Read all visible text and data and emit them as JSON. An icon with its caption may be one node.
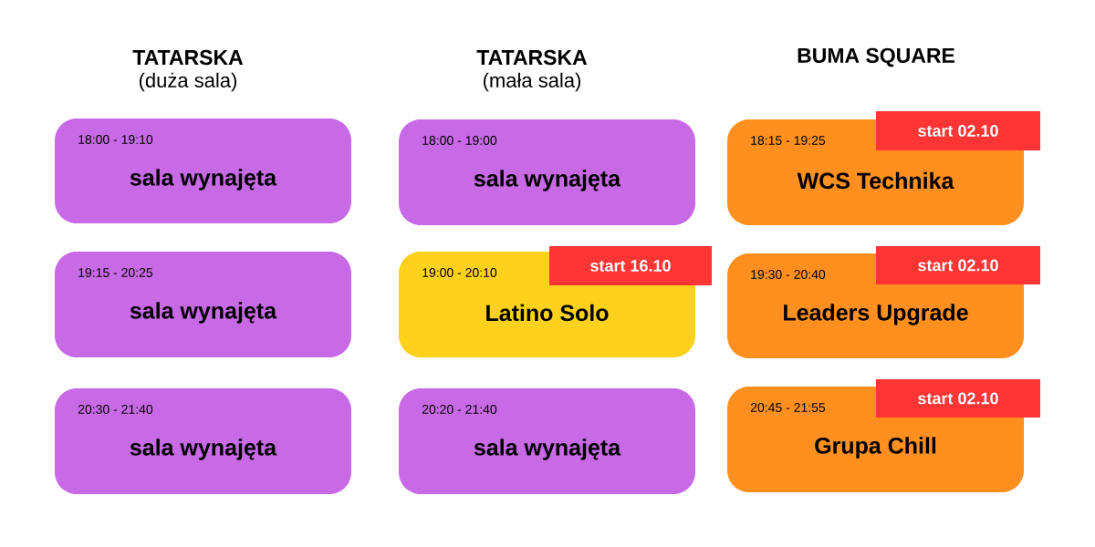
{
  "diagram": {
    "nodes": [
      {
        "text": [
          "18:00 - 19:10",
          "sala wynajęta"
        ]
      },
      {
        "text": [
          "18:00 - 19:00",
          "sala wynajęta"
        ]
      },
      {
        "text": [
          "18:15 - 19:25",
          "WCS Technika"
        ]
      },
      {
        "text": [
          "start 02.10"
        ]
      },
      {
        "text": [
          "19:15 - 20:25",
          "sala wynajęta"
        ]
      },
      {
        "text": [
          "19:00 - 20:10",
          "Latino Solo"
        ]
      },
      {
        "text": [
          "start 16.10"
        ]
      },
      {
        "text": [
          "19:30 - 20:40",
          "Leaders Upgrade"
        ]
      },
      {
        "text": [
          "start 02.10"
        ]
      },
      {
        "text": [
          "20:30 - 21:40",
          "sala wynajęta"
        ]
      },
      {
        "text": [
          "20:20 - 21:40",
          "sala wynajęta"
        ]
      },
      {
        "text": [
          "20:45 - 21:55",
          "Grupa Chill"
        ]
      },
      {
        "text": [
          "start 02.10"
        ]
      }
    ],
    "labels": [
      "TATARSKA",
      "(duża sala)",
      "TATARSKA",
      "(mała sala)",
      "BUMA SQUARE"
    ]
  }
}
